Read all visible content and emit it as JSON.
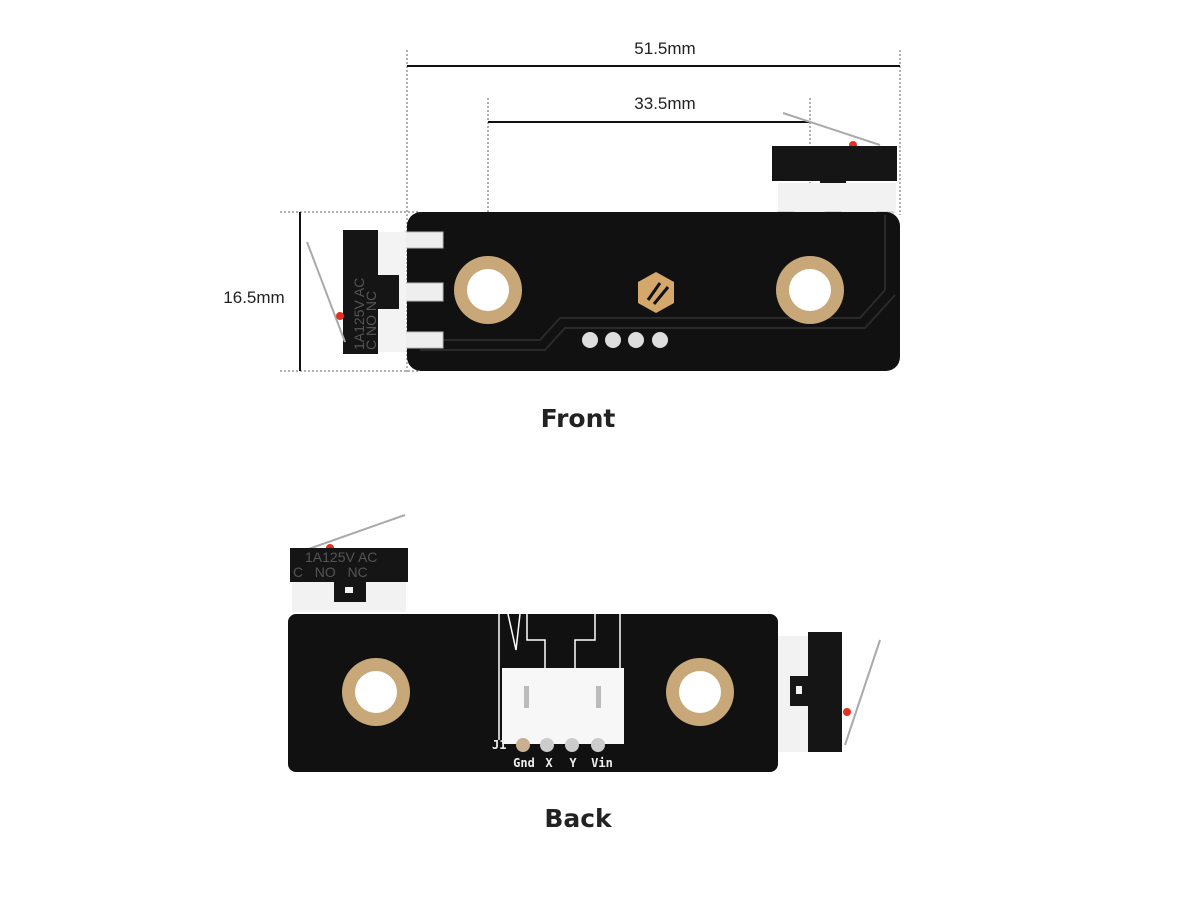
{
  "dimensions": {
    "overall_width": "51.5mm",
    "hole_spacing": "33.5mm",
    "height": "16.5mm"
  },
  "views": {
    "front_label": "Front",
    "back_label": "Back"
  },
  "switch": {
    "rating": "1A125V AC",
    "terminals": "C   NO   NC"
  },
  "connector": {
    "ref": "J1",
    "pins": [
      "Gnd",
      "X",
      "Y",
      "Vin"
    ]
  },
  "colors": {
    "pcb": "#111111",
    "copper_ring": "#c8a878",
    "silkscreen": "#ffffff",
    "lever_tip": "#e53020",
    "logo": "#d4a86a"
  }
}
